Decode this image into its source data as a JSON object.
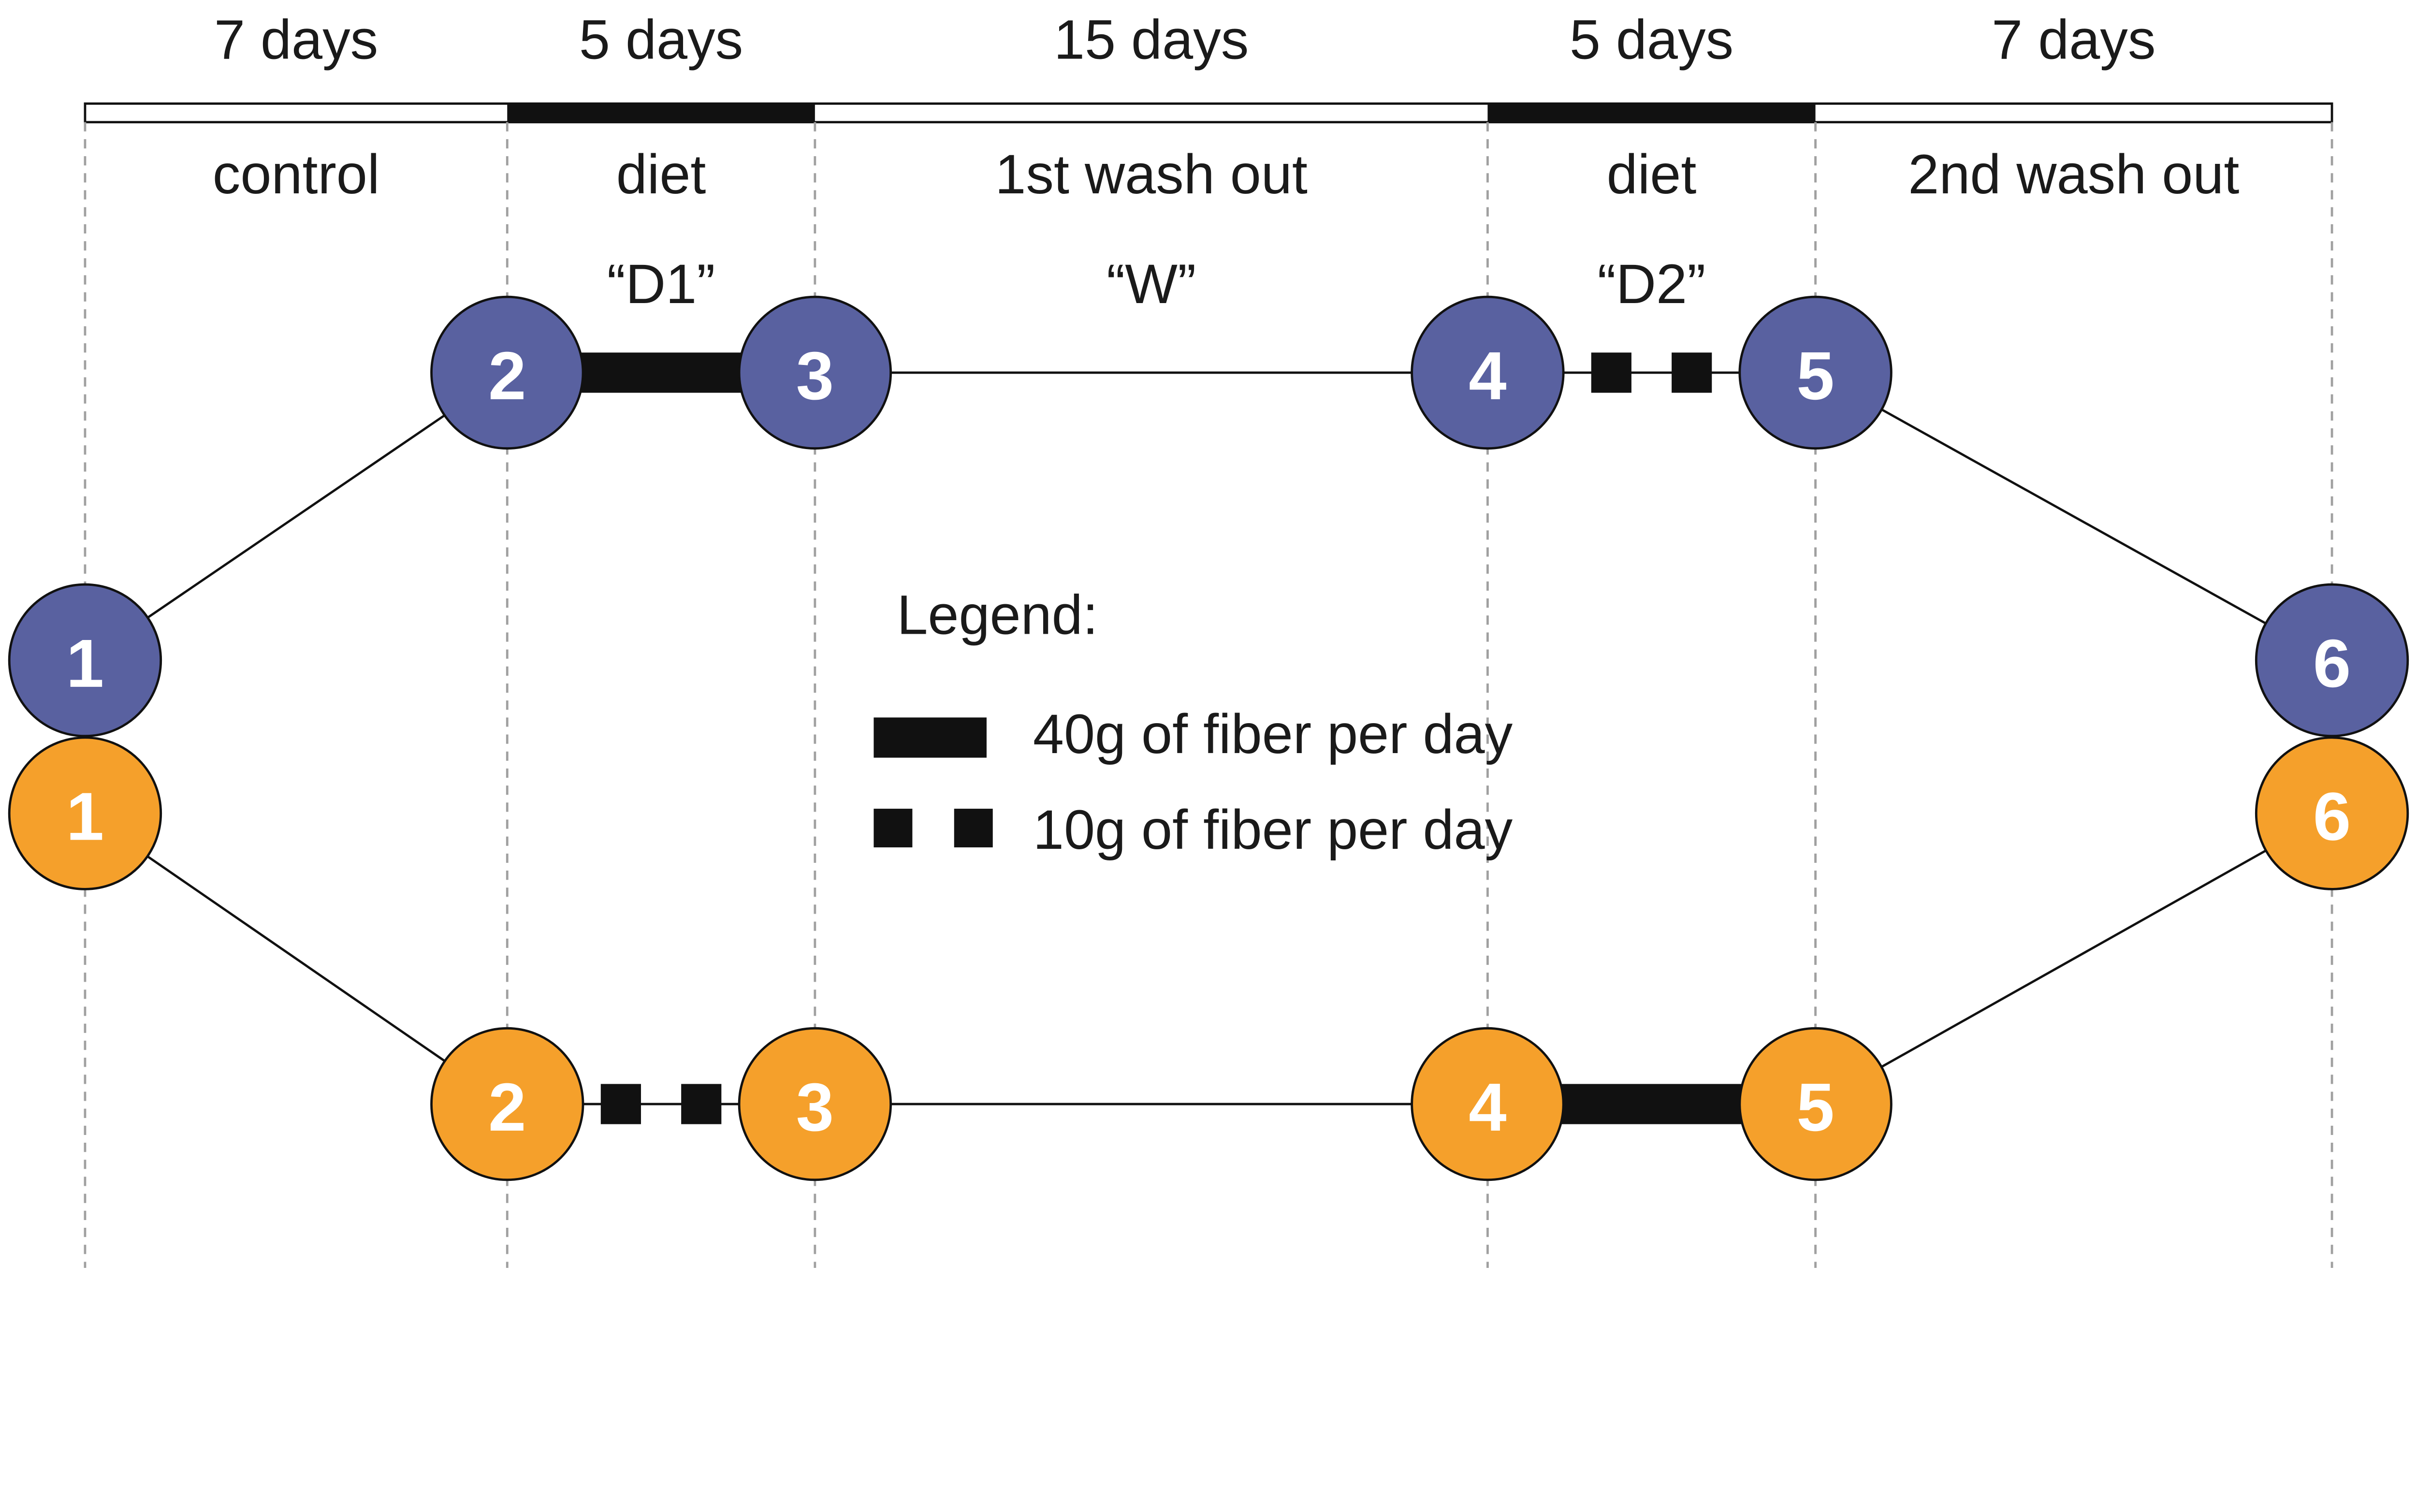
{
  "colors": {
    "group_a": "#5961a0",
    "group_b": "#f5a02b",
    "line": "#111111",
    "dashed": "#a0a0a0"
  },
  "phases": [
    {
      "duration": "7 days",
      "name": "control",
      "code": "",
      "diet": false
    },
    {
      "duration": "5 days",
      "name": "diet",
      "code": "“D1”",
      "diet": true
    },
    {
      "duration": "15 days",
      "name": "1st wash out",
      "code": "“W”",
      "diet": false
    },
    {
      "duration": "5 days",
      "name": "diet",
      "code": "“D2”",
      "diet": true
    },
    {
      "duration": "7 days",
      "name": "2nd wash out",
      "code": "",
      "diet": false
    }
  ],
  "groups": [
    {
      "color": "#5961a0",
      "points": [
        "1",
        "2",
        "3",
        "4",
        "5",
        "6"
      ],
      "diet_D1": "40g",
      "diet_D2": "10g"
    },
    {
      "color": "#f5a02b",
      "points": [
        "1",
        "2",
        "3",
        "4",
        "5",
        "6"
      ],
      "diet_D1": "10g",
      "diet_D2": "40g"
    }
  ],
  "legend": {
    "title": "Legend:",
    "items": [
      {
        "style": "thick-solid",
        "label": "40g of fiber per day"
      },
      {
        "style": "squares",
        "label": "10g of fiber per day"
      }
    ]
  }
}
